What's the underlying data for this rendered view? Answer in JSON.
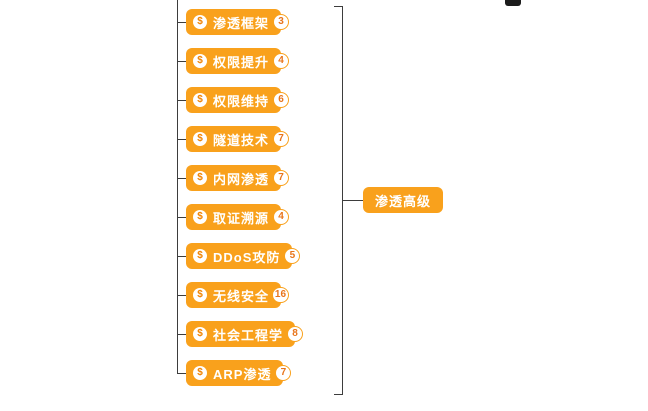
{
  "mindmap": {
    "icon_glyph": "$",
    "summary": {
      "label": "渗透高级"
    },
    "nodes": [
      {
        "label": "渗透框架",
        "count": "3"
      },
      {
        "label": "权限提升",
        "count": "4"
      },
      {
        "label": "权限维持",
        "count": "6"
      },
      {
        "label": "隧道技术",
        "count": "7"
      },
      {
        "label": "内网渗透",
        "count": "7"
      },
      {
        "label": "取证溯源",
        "count": "4"
      },
      {
        "label": "DDoS攻防",
        "count": "5"
      },
      {
        "label": "无线安全",
        "count": "16"
      },
      {
        "label": "社会工程学",
        "count": "8"
      },
      {
        "label": "ARP渗透",
        "count": "7"
      }
    ],
    "colors": {
      "node_bg": "#F9A11C",
      "node_text": "#FFFFFF",
      "badge_bg": "#FFFFFF",
      "badge_border": "#F9A11C",
      "badge_text": "#E8741A",
      "line": "#3D3D3D"
    }
  }
}
